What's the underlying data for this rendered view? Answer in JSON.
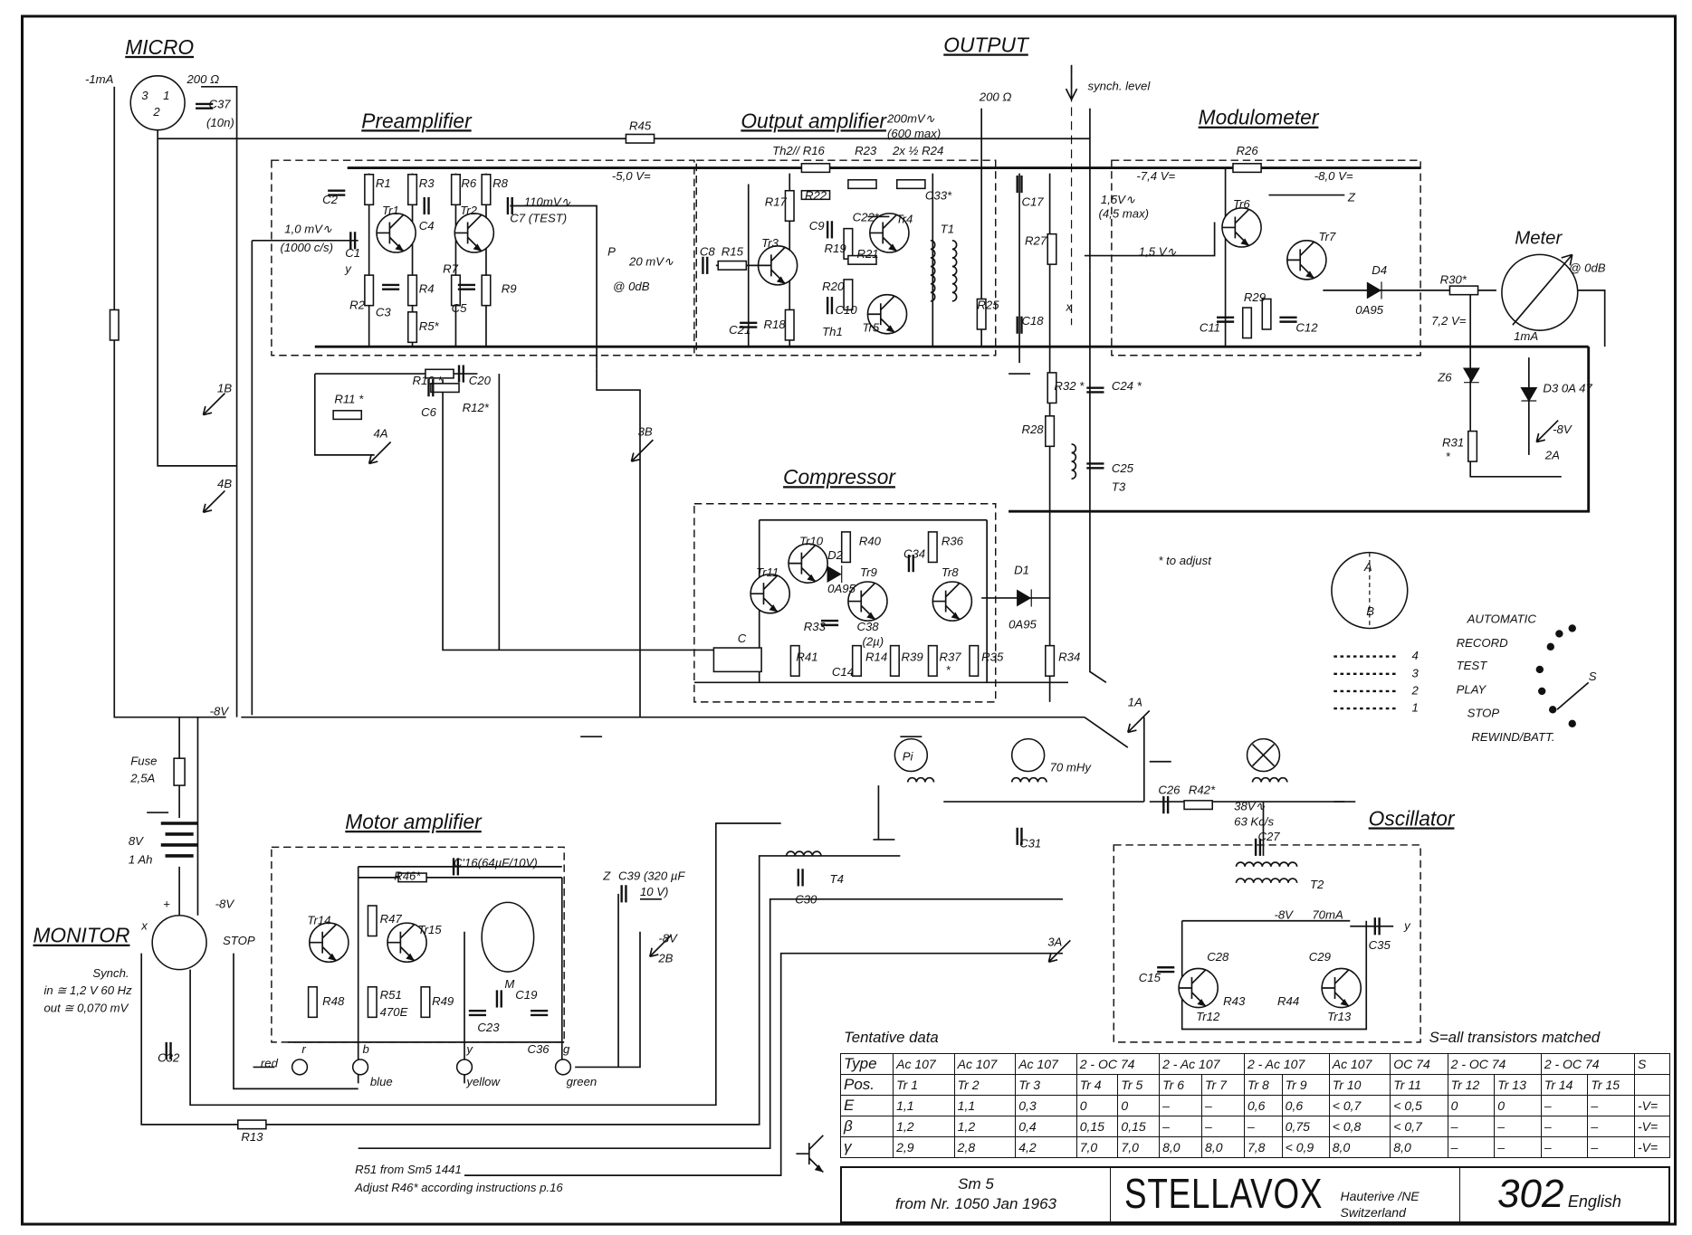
{
  "titles": {
    "micro": "MICRO",
    "output": "OUTPUT",
    "preamplifier": "Preamplifier",
    "output_amplifier": "Output amplifier",
    "modulometer": "Modulometer",
    "compressor": "Compressor",
    "motor_amplifier": "Motor amplifier",
    "oscillator": "Oscillator",
    "monitor": "MONITOR",
    "meter": "Meter"
  },
  "annotations": [
    "-1mA",
    "200 Ω",
    "C37",
    "(10n)",
    "R45",
    "C2",
    "R1",
    "R3",
    "R6",
    "R8",
    "Tr1",
    "Tr2",
    "C4",
    "110mV∿",
    "C7 (TEST)",
    "1,0 mV∿",
    "(1000 c/s)",
    "C1",
    "y",
    "R2",
    "C3",
    "R4",
    "R5*",
    "R7",
    "C5",
    "R9",
    "-5,0 V=",
    "P",
    "20 mV∿",
    "@ 0dB",
    "C8",
    "R15",
    "Tr3",
    "C21",
    "R18",
    "Th1",
    "Th2// R16",
    "R23",
    "2x ½ R24",
    "R17",
    "R22",
    "C22*",
    "C33*",
    "Tr4",
    "C9",
    "R19",
    "R21",
    "R20",
    "C10",
    "Tr5",
    "T1",
    "R25",
    "200mV∿",
    "(600 max)",
    "200 Ω",
    "synch. level",
    "C17",
    "1,5V∿",
    "(4,5 max)",
    "R27",
    "C18",
    "x",
    "1,5 V∿",
    "-7,4 V=",
    "R26",
    "-8,0 V=",
    "Z",
    "Tr6",
    "Tr7",
    "R29",
    "C11",
    "C12",
    "D4",
    "0A95",
    "R30*",
    "7,2 V=",
    "@ 0dB",
    "1mA",
    "Z6",
    "D3 0A 47",
    "-8V",
    "R31",
    "*",
    "R32 *",
    "C24 *",
    "R28",
    "C25",
    "T3",
    "R10 *",
    "C20",
    "R11 *",
    "C6",
    "R12*",
    "Tr11",
    "Tr10",
    "R40",
    "D2",
    "0A95",
    "Tr9",
    "C34",
    "R36",
    "Tr8",
    "D1",
    "0A95",
    "R33",
    "C38",
    "(2µ)",
    "C",
    "R41",
    "C14",
    "R14",
    "R39",
    "R37",
    "*",
    "R35",
    "R34",
    "* to adjust",
    "A",
    "B",
    "4",
    "3",
    "2",
    "1",
    "S",
    "-8V",
    "Fuse",
    "2,5A",
    "8V",
    "1 Ah",
    "+",
    "-8V",
    "x",
    "STOP",
    "Synch.",
    "in ≅ 1,2 V 60 Hz",
    "out ≅ 0,070 mV",
    "C32",
    "R13",
    "C'16(64µF/10V)",
    "R46*",
    "Tr14",
    "R47",
    "Tr15",
    "M",
    "R48",
    "R51",
    "470E",
    "R49",
    "C19",
    "C23",
    "C36",
    "r",
    "b",
    "y",
    "g",
    "red",
    "blue",
    "yellow",
    "green",
    "Z",
    "C39 (320 µF",
    "10 V)",
    "-8V",
    "2B",
    "1B",
    "4A",
    "4B",
    "3B",
    "3A",
    "1A",
    "2A",
    "Pi",
    "70 mHy",
    "C26",
    "R42*",
    "38V∿",
    "63 Kc/s",
    "C31",
    "T4",
    "C30",
    "C27",
    "T2",
    "-8V",
    "70mA",
    "C35",
    "y",
    "C15",
    "C28",
    "C29",
    "R43",
    "R44",
    "Tr12",
    "Tr13",
    "3",
    "1",
    "2"
  ],
  "switch_positions": [
    "AUTOMATIC",
    "RECORD",
    "TEST",
    "PLAY",
    "STOP",
    "REWIND/BATT."
  ],
  "notes": {
    "r51": "R51 from Sm5 1441",
    "adjust": "Adjust R46* according instructions p.16",
    "tentative": "Tentative data",
    "matched": "S=all transistors matched"
  },
  "table": {
    "type_label": "Type",
    "types": [
      {
        "text": "Ac 107",
        "span": 1
      },
      {
        "text": "Ac 107",
        "span": 1
      },
      {
        "text": "Ac 107",
        "span": 1
      },
      {
        "text": "2 - OC 74",
        "span": 2
      },
      {
        "text": "2 - Ac 107",
        "span": 2
      },
      {
        "text": "2 - Ac 107",
        "span": 2
      },
      {
        "text": "Ac 107",
        "span": 1
      },
      {
        "text": "OC 74",
        "span": 1
      },
      {
        "text": "2 - OC 74",
        "span": 2
      },
      {
        "text": "2 - OC 74",
        "span": 2
      },
      {
        "text": "S",
        "span": 1
      }
    ],
    "pos_label": "Pos.",
    "positions": [
      "Tr 1",
      "Tr 2",
      "Tr 3",
      "Tr 4",
      "Tr 5",
      "Tr 6",
      "Tr 7",
      "Tr 8",
      "Tr 9",
      "Tr 10",
      "Tr 11",
      "Tr 12",
      "Tr 13",
      "Tr 14",
      "Tr 15",
      ""
    ],
    "rows": [
      {
        "label": "E",
        "values": [
          "1,1",
          "1,1",
          "0,3",
          "0",
          "0",
          "–",
          "–",
          "0,6",
          "0,6",
          "< 0,7",
          "< 0,5",
          "0",
          "0",
          "–",
          "–",
          "-V="
        ]
      },
      {
        "label": "β",
        "values": [
          "1,2",
          "1,2",
          "0,4",
          "0,15",
          "0,15",
          "–",
          "–",
          "–",
          "0,75",
          "< 0,8",
          "< 0,7",
          "–",
          "–",
          "–",
          "–",
          "-V="
        ]
      },
      {
        "label": "γ",
        "values": [
          "2,9",
          "2,8",
          "4,2",
          "7,0",
          "7,0",
          "8,0",
          "8,0",
          "7,8",
          "< 0,9",
          "8,0",
          "8,0",
          "–",
          "–",
          "–",
          "–",
          "-V="
        ]
      }
    ]
  },
  "title_block": {
    "model": "Sm 5",
    "from": "from Nr. 1050 Jan 1963",
    "brand": "STELLAVOX",
    "location_1": "Hauterive /NE",
    "location_2": "Switzerland",
    "number": "302",
    "language": "English"
  }
}
